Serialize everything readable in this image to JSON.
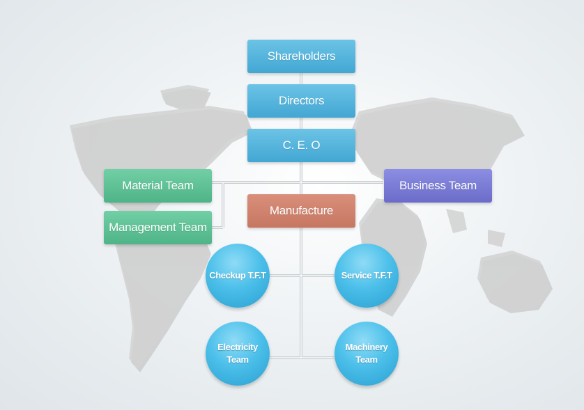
{
  "org_chart": {
    "shareholders": "Shareholders",
    "directors": "Directors",
    "ceo": "C. E. O",
    "material_team": "Material Team",
    "management_team": "Management Team",
    "business_team": "Business Team",
    "manufacture": "Manufacture",
    "checkup_tft": "Checkup T.F.T",
    "service_tft": "Service T.F.T",
    "electricity_team": "Electricity\nTeam",
    "machinery_team": "Machinery\nTeam"
  },
  "colors": {
    "blue": "#4eaed8",
    "green": "#5fc196",
    "purple": "#7a7dd6",
    "salmon": "#cf826d",
    "circle": "#3fb4e3",
    "connector": "#d4d8da",
    "map": "#c9c9c9"
  }
}
